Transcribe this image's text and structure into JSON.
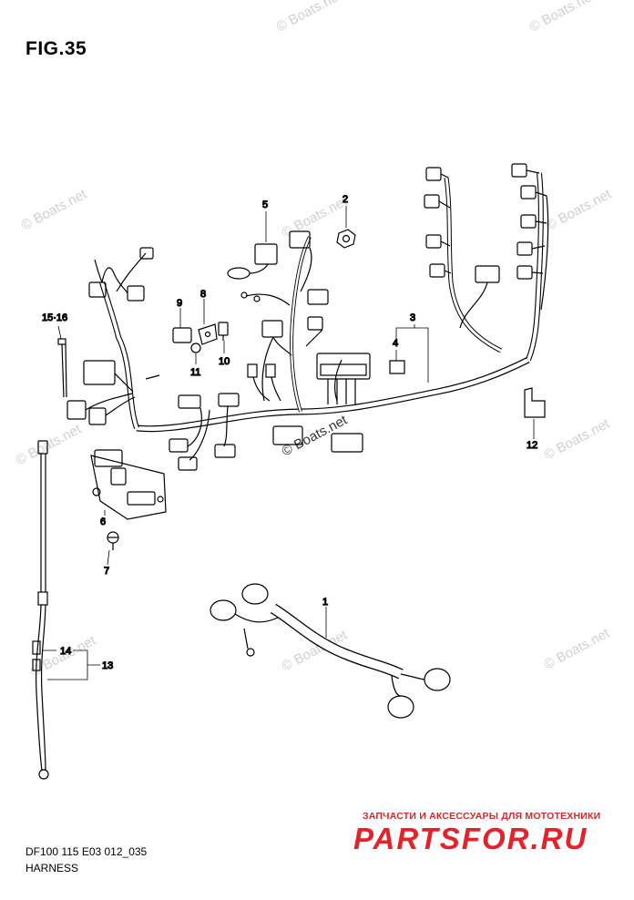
{
  "figure": {
    "title": "FIG.35",
    "code": "DF100 115 E03 012_035",
    "caption": "HARNESS"
  },
  "callouts": {
    "c1": "1",
    "c2": "2",
    "c3": "3",
    "c4": "4",
    "c5": "5",
    "c6": "6",
    "c7": "7",
    "c8": "8",
    "c9": "9",
    "c10": "10",
    "c11": "11",
    "c12": "12",
    "c13": "13",
    "c14": "14",
    "c1516": "15·16"
  },
  "watermark": {
    "text": "© Boats.net"
  },
  "brand": {
    "tagline": "ЗАПЧАСТИ И АКСЕССУАРЫ ДЛЯ МОТОТЕХНИКИ",
    "logo": "PARTSFOR.RU",
    "color": "#e3232b"
  }
}
